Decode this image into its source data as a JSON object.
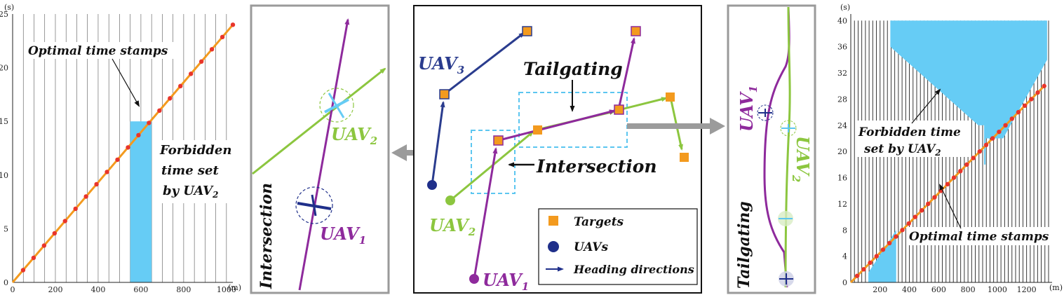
{
  "colors": {
    "uav1": "#8e2a9c",
    "uav2": "#8cc63f",
    "uav3": "#2a3c8e",
    "target": "#f39a1e",
    "uav_node": "#1f2f8a",
    "forbidden": "#66ccf5",
    "timestamp_line": "#f39a1e",
    "timestamp_dot": "#e8352b",
    "highlight_box": "#5cc6f0",
    "arrow": "#9b9b9b"
  },
  "left_plot": {
    "y_unit": "(s)",
    "x_unit": "(m)",
    "x_ticks": [
      "0",
      "200",
      "400",
      "600",
      "800",
      "1000"
    ],
    "y_ticks": [
      "0",
      "5",
      "10",
      "15",
      "20",
      "25"
    ],
    "optimal_label": "Optimal time stamps",
    "forbidden_label_l1": "Forbidden",
    "forbidden_label_l2": "time set",
    "forbidden_label_l3a": "by UAV",
    "forbidden_label_l3sub": "2",
    "timestamps_x_end": 1030,
    "timestamps_y_end": 24,
    "timestamps_count": 21,
    "forbidden_x": [
      550,
      650
    ],
    "forbidden_y_top": 15
  },
  "intersection_zoom": {
    "side_label": "Intersection",
    "uav2_label": "UAV",
    "uav2_sub": "2",
    "uav1_label": "UAV",
    "uav1_sub": "1"
  },
  "center": {
    "uav3_label": "UAV",
    "uav3_sub": "3",
    "uav2_label": "UAV",
    "uav2_sub": "2",
    "uav1_label": "UAV",
    "uav1_sub": "1",
    "tailgating_label": "Tailgating",
    "intersection_label": "Intersection",
    "legend": {
      "targets": "Targets",
      "uavs": "UAVs",
      "headings": "Heading directions"
    }
  },
  "tailgating_zoom": {
    "side_label": "Tailgating",
    "uav1_label": "UAV",
    "uav1_sub": "1",
    "uav2_label": "UAV",
    "uav2_sub": "2"
  },
  "right_plot": {
    "y_unit": "(s)",
    "x_unit": "(m)",
    "x_ticks": [
      "200",
      "400",
      "600",
      "800",
      "1000",
      "1200"
    ],
    "y_ticks": [
      "0",
      "4",
      "8",
      "12",
      "16",
      "20",
      "24",
      "28",
      "32",
      "36",
      "40"
    ],
    "forbidden_label_l1": "Forbidden time",
    "forbidden_label_l2a": "set by UAV",
    "forbidden_label_l2sub": "2",
    "optimal_label": "Optimal time stamps",
    "timestamps_x_end": 1320,
    "timestamps_y_end": 30,
    "timestamps_count": 30
  }
}
